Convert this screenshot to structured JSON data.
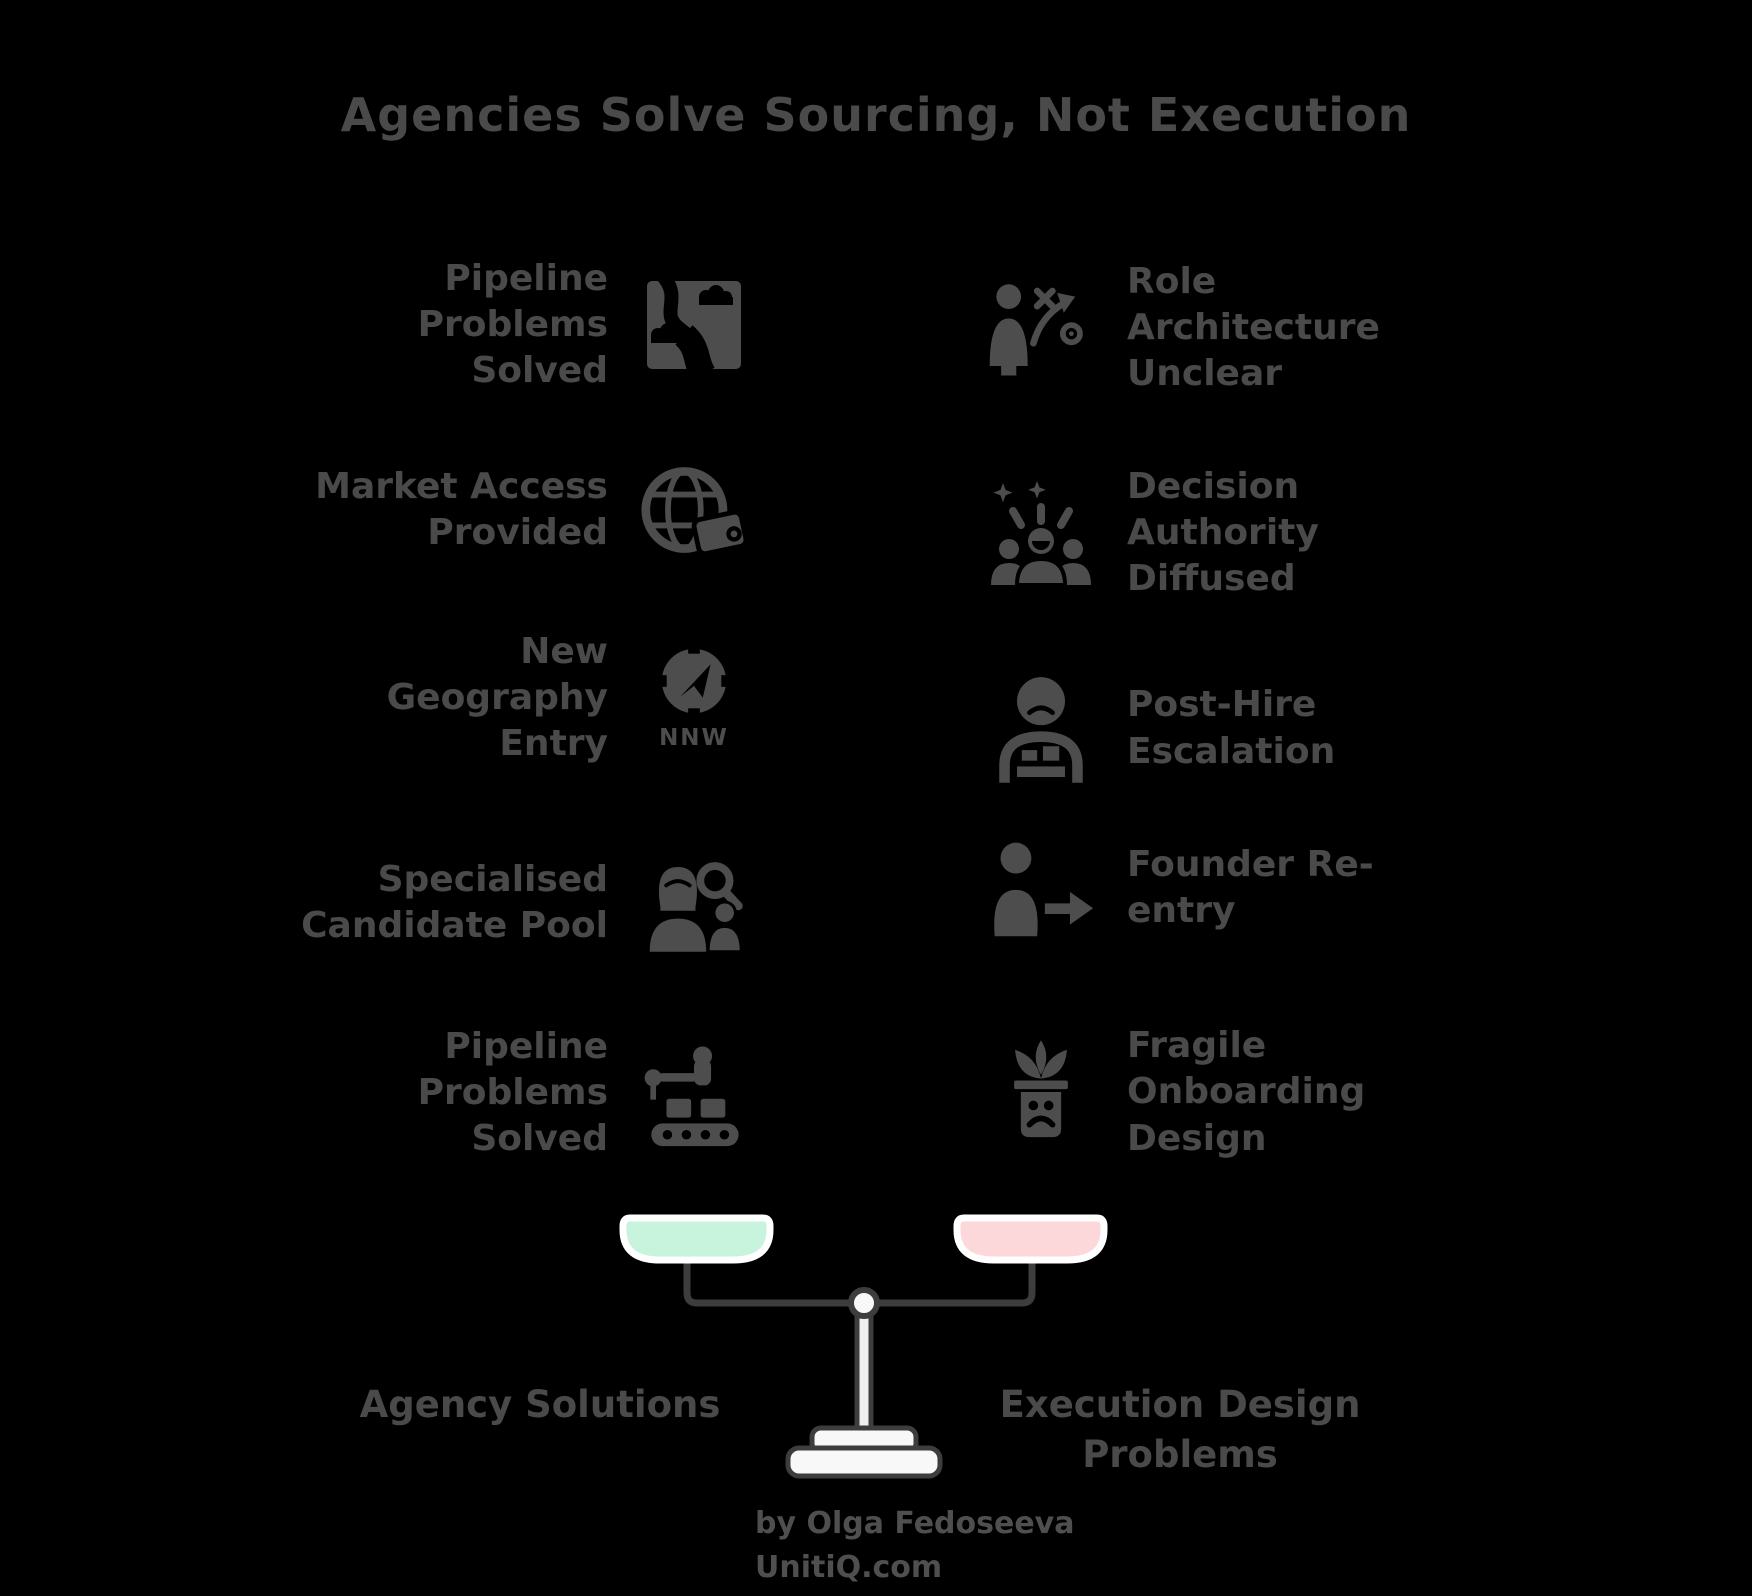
{
  "page": {
    "title": "Agencies Solve Sourcing, Not Execution",
    "background_color": "#000000",
    "text_color": "#4a4a4a",
    "icon_color": "#4d4d4d"
  },
  "left_column": {
    "scale_label": "Agency Solutions",
    "pan_color": "#c8f3dc",
    "items": [
      {
        "label": "Pipeline Problems Solved",
        "icon": "river-icon"
      },
      {
        "label": "Market Access Provided",
        "icon": "globe-wallet-icon"
      },
      {
        "label": "New Geography Entry",
        "icon": "compass-icon",
        "icon_caption": "NNW"
      },
      {
        "label": "Specialised Candidate Pool",
        "icon": "candidate-search-icon"
      },
      {
        "label": "Pipeline Problems Solved",
        "icon": "conveyor-robot-arm-icon"
      }
    ]
  },
  "right_column": {
    "scale_label": "Execution Design Problems",
    "pan_color": "#fcd8da",
    "items": [
      {
        "label": "Role Architecture Unclear",
        "icon": "person-strategy-icon"
      },
      {
        "label": "Decision Authority Diffused",
        "icon": "team-celebration-icon"
      },
      {
        "label": "Post-Hire Escalation",
        "icon": "sad-employee-icon"
      },
      {
        "label": "Founder Re-entry",
        "icon": "person-arrow-right-icon"
      },
      {
        "label": "Fragile Onboarding Design",
        "icon": "sad-plant-pot-icon"
      }
    ]
  },
  "footer": {
    "byline": "by Olga Fedoseeva",
    "website": "UnitiQ.com"
  }
}
